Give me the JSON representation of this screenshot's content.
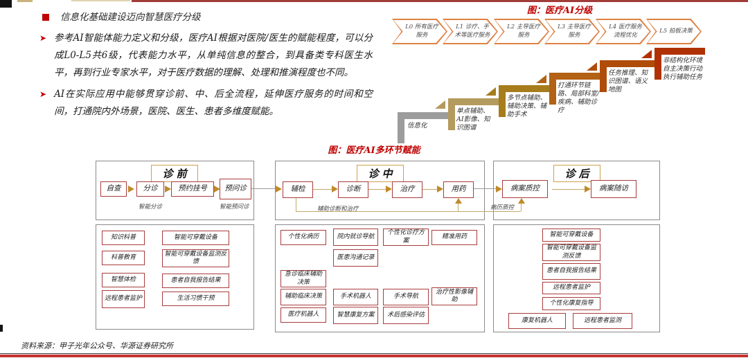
{
  "content": {
    "heading": "信息化基础建设迈向智慧医疗分级",
    "paragraphs": [
      "参考AI智能体能力定义和分级，医疗AI根据对医院/医生的赋能程度，可以分成L0-L5共6级，代表能力水平，从单纯信息的整合，到具备类专科医生水平，再到行业专家水平，对于医疗数据的理解、处理和推演程度也不同。",
      "AI在实际应用中能够贯穿诊前、中、后全流程，延伸医疗服务的时间和空间，打通院内外场景，医院、医生、患者多维度赋能。"
    ]
  },
  "ai_grading": {
    "title": "图：医疗AI分级",
    "levels": [
      {
        "label": "L0 所有医疗服务"
      },
      {
        "label": "L1 诊疗、手术等医疗服务"
      },
      {
        "label": "L2 主导医疗服务"
      },
      {
        "label": "L3 主导医疗服务"
      },
      {
        "label": "L4 医疗服务流程优化"
      },
      {
        "label": "L5 拍板决策"
      }
    ],
    "stairs": [
      {
        "label": "信息化",
        "color": "#9c9c9c"
      },
      {
        "label": "单点辅助、AI影像、知识图谱",
        "color": "#b49a5d"
      },
      {
        "label": "多节点辅助、辅助决策、辅助手术",
        "color": "#a67c1c"
      },
      {
        "label": "打通环节链路、局部科室/疾病、辅助诊疗",
        "color": "#b26115"
      },
      {
        "label": "任务推理、知识图谱、语义地图",
        "color": "#b04c0a"
      },
      {
        "label": "非结构化环境自主决策行动执行辅助任务",
        "color": "#b03204"
      }
    ]
  },
  "flow": {
    "title": "图：医疗AI多环节赋能",
    "pre": {
      "header": "诊前",
      "steps": [
        "自查",
        "分诊",
        "预约挂号",
        "预问诊"
      ],
      "notes": [
        "智能分诊",
        "智能预问诊"
      ],
      "items_left": [
        "知识科普",
        "科普教育",
        "智慧体检",
        "远程患者监护"
      ],
      "items_right": [
        "智能可穿戴设备",
        "智能可穿戴设备监测反馈",
        "患者自我报告结果",
        "生活习惯干预"
      ]
    },
    "mid": {
      "header": "诊中",
      "steps": [
        "辅检",
        "诊断",
        "治疗",
        "用药"
      ],
      "note": "辅助诊断和治疗",
      "items": [
        "个性化病历",
        "院内就诊导航",
        "个性化诊疗方案",
        "精准用药",
        "医患沟通记录",
        "急诊临床辅助决策",
        "辅助临床决策",
        "手术机器人",
        "手术导航",
        "治疗性影像辅助",
        "医疗机器人",
        "智慧康复方案",
        "术后感染评估"
      ]
    },
    "post": {
      "header": "诊后",
      "steps": [
        "病案质控",
        "病案随访"
      ],
      "note": "病历质控",
      "items": [
        "智能可穿戴设备",
        "智能可穿戴设备监测反馈",
        "患者自我报告结果",
        "远程患者监护",
        "个性化康复指导",
        "康复机器人",
        "远程患者监测"
      ]
    }
  },
  "footer": {
    "source": "资料来源：甲子光年公众号、华源证券研究所"
  },
  "colors": {
    "accent_red": "#c00000",
    "box_border_red": "#a83b3b",
    "gold_arrow": "#c08a2a",
    "chip_border_gold": "#c9a24b",
    "panel_border_gray": "#8a8a8a",
    "chevron_orange": "#dd8144",
    "footer_red_rule": "#c23230"
  }
}
